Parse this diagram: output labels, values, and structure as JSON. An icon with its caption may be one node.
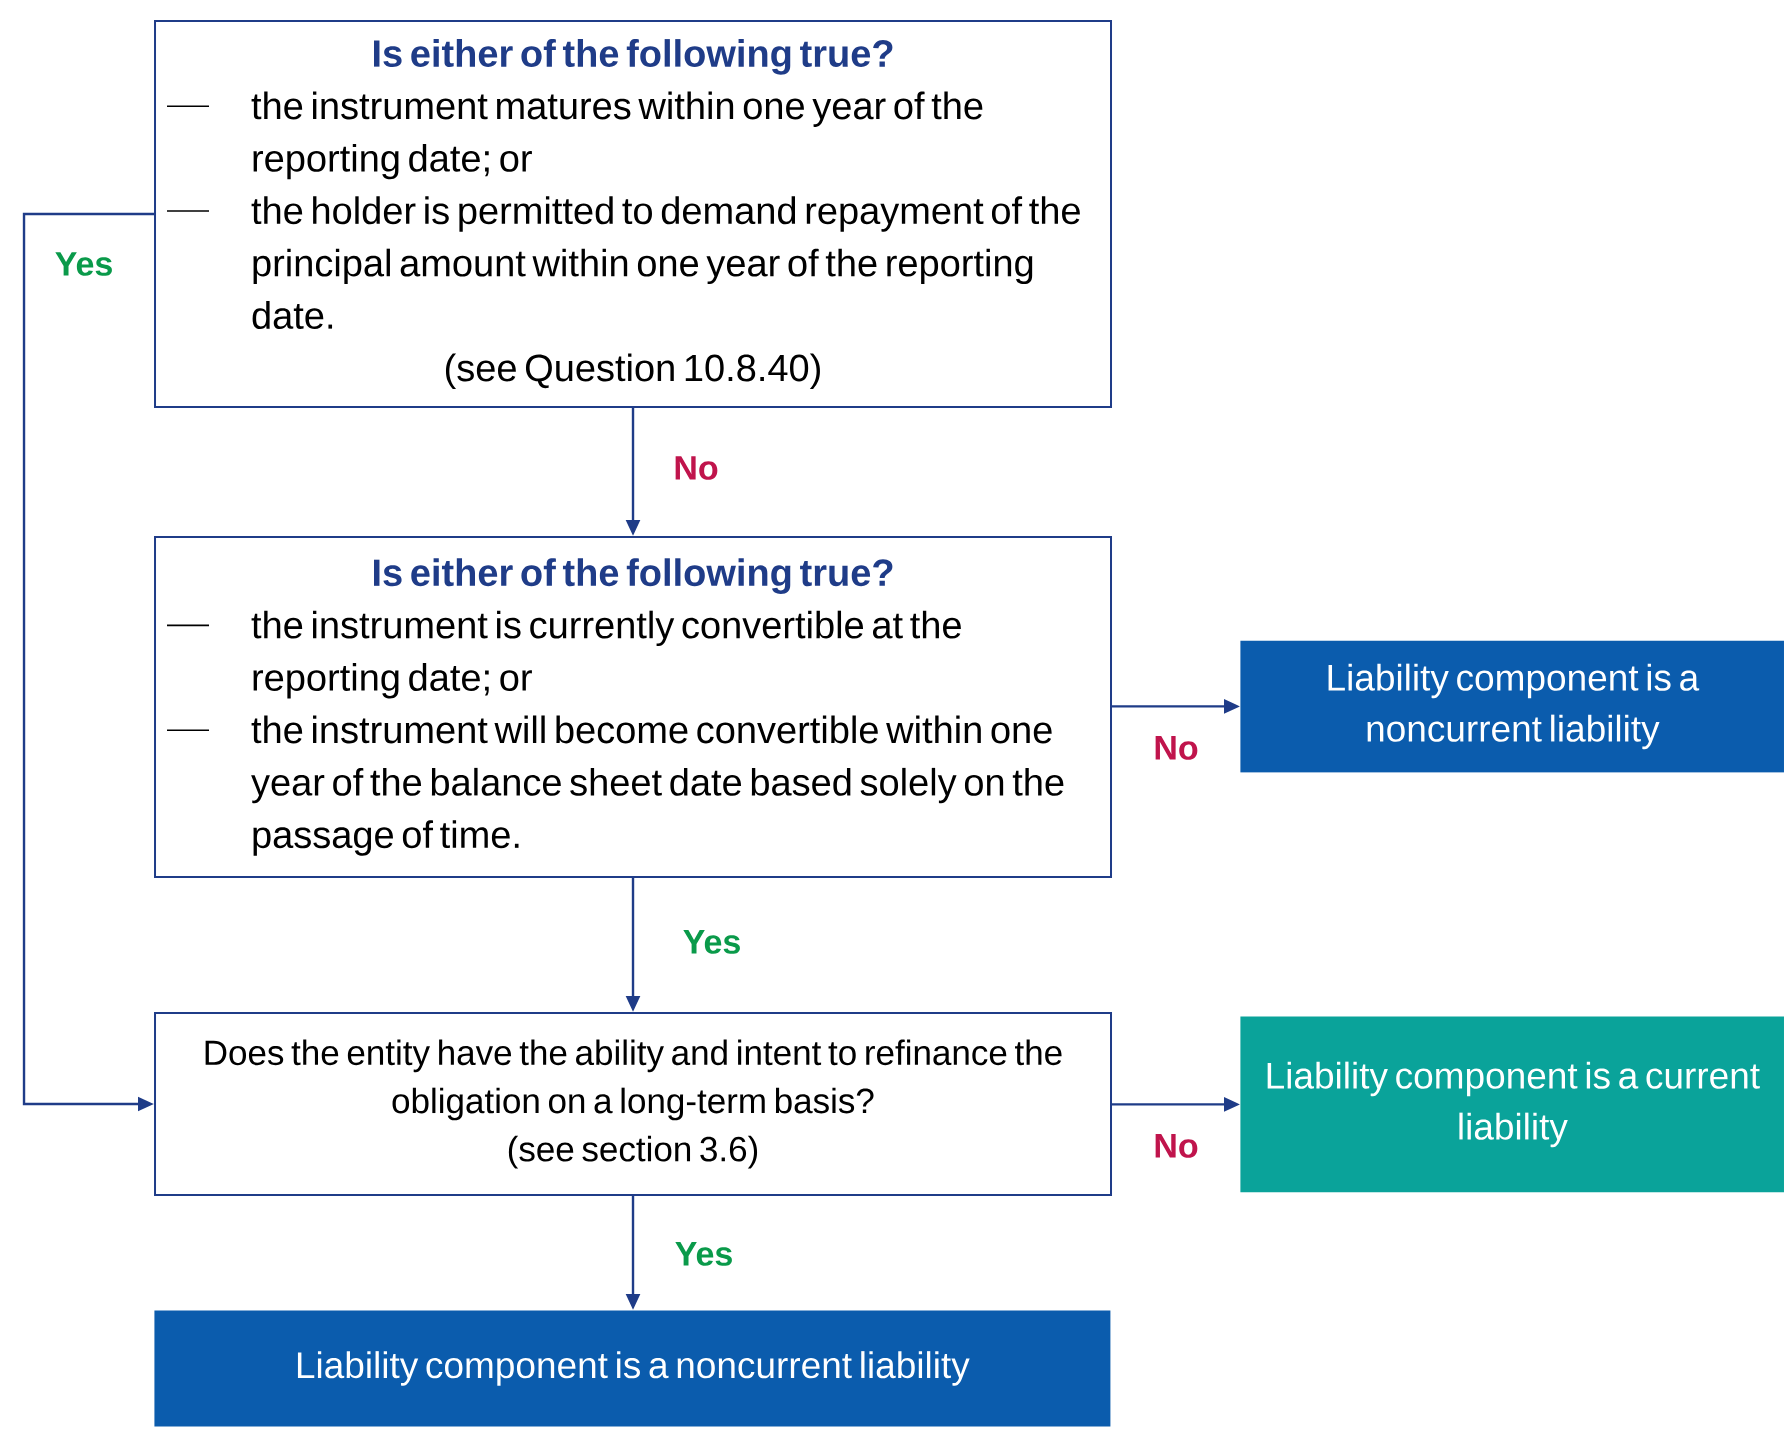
{
  "diagram": {
    "nodes": [
      {
        "text": [
          "Is either of the following true?",
          "the instrument matures within one year of the reporting date; or",
          "the holder is permitted to demand repayment of the principal amount within one year of the reporting date.",
          "(see Question 10.8.40)"
        ]
      },
      {
        "text": [
          "Is either of the following true?",
          "the instrument is currently convertible at the reporting date; or",
          "the instrument will become convertible within one year of the balance sheet date based solely on the passage of time."
        ]
      },
      {
        "text": [
          "Does the entity have the ability and intent to refinance the obligation on a long-term basis?",
          "(see section 3.6)"
        ]
      },
      {
        "text": [
          "Liability component is a noncurrent liability"
        ]
      },
      {
        "text": [
          "Liability component is a noncurrent liability"
        ]
      },
      {
        "text": [
          "Liability component is a current liability"
        ]
      }
    ],
    "edges": [
      {
        "from": 0,
        "to": 1,
        "arrow": "to",
        "label": "No"
      },
      {
        "from": 0,
        "to": 2,
        "arrow": "to",
        "label": "Yes"
      },
      {
        "from": 1,
        "to": 4,
        "arrow": "to",
        "label": "No"
      },
      {
        "from": 1,
        "to": 2,
        "arrow": "to",
        "label": "Yes"
      },
      {
        "from": 2,
        "to": 5,
        "arrow": "to",
        "label": "No"
      },
      {
        "from": 2,
        "to": 3,
        "arrow": "to",
        "label": "Yes"
      }
    ]
  }
}
